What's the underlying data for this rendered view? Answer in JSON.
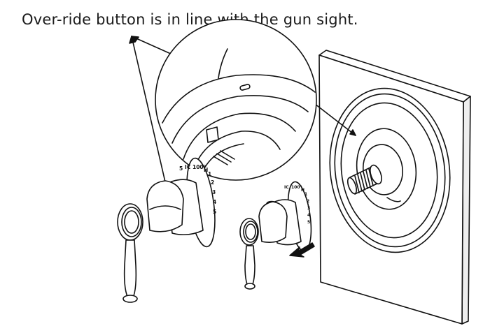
{
  "caption": "Over-ride button is in line with the gun sight.",
  "dial_large": [
    "5",
    "IC",
    "100°",
    "H",
    "1",
    "2",
    "3",
    "4",
    "5"
  ],
  "dial_small": [
    "IC",
    "100°",
    "H",
    "1",
    "2",
    "3",
    "4",
    "5"
  ],
  "colors": {
    "line": "#111111",
    "background": "#ffffff"
  }
}
